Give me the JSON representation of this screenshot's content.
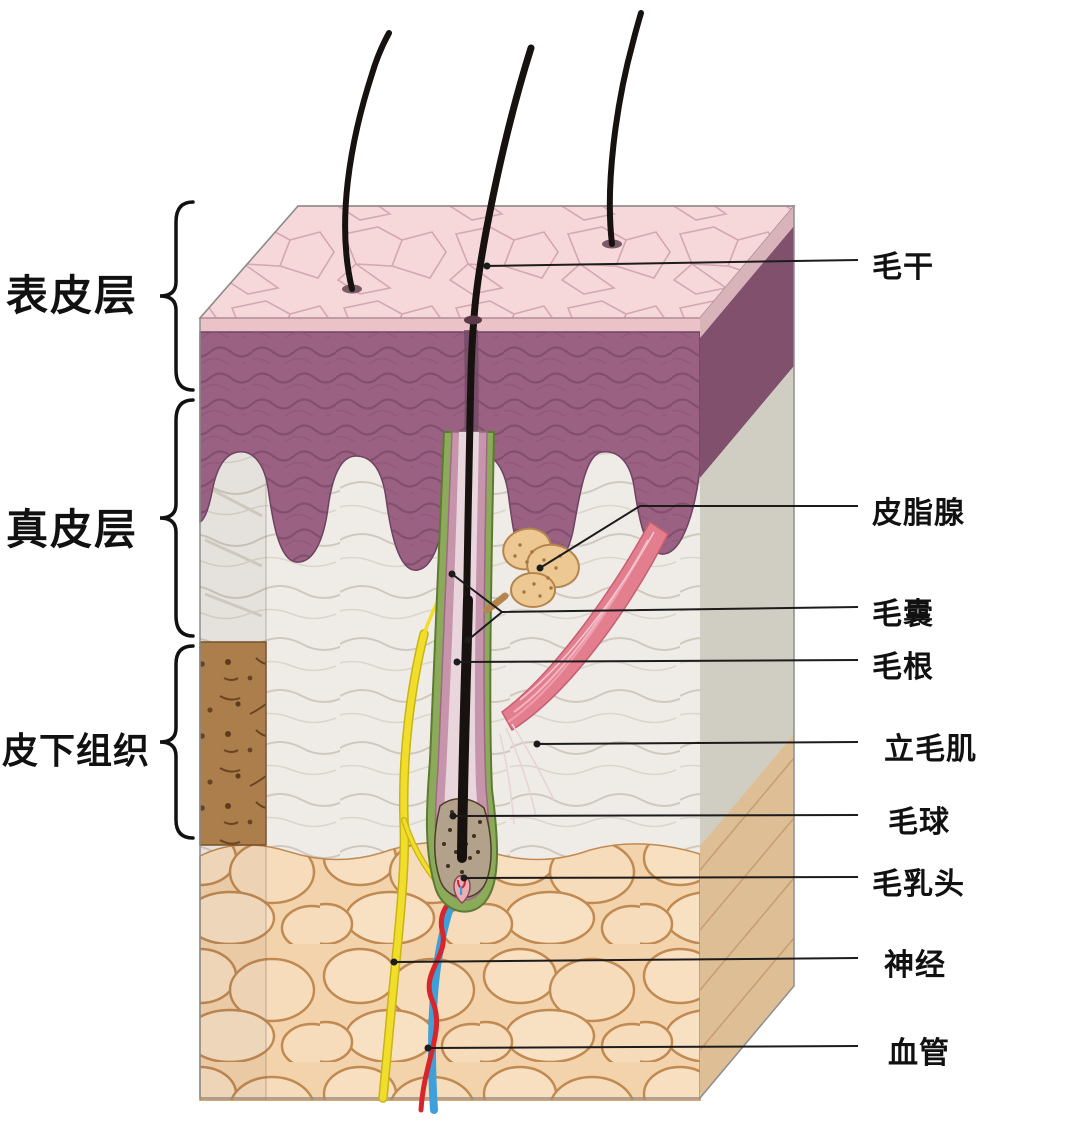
{
  "diagram": {
    "subject": "skin-and-hair-follicle-anatomy",
    "left_labels": [
      {
        "id": "epidermis",
        "label": "表皮层"
      },
      {
        "id": "dermis",
        "label": "真皮层"
      },
      {
        "id": "subcutaneous-tissue",
        "label": "皮下组织"
      }
    ],
    "right_labels": [
      {
        "id": "hair-shaft",
        "label": "毛干"
      },
      {
        "id": "sebaceous-gland",
        "label": "皮脂腺"
      },
      {
        "id": "hair-follicle",
        "label": "毛囊"
      },
      {
        "id": "hair-root",
        "label": "毛根"
      },
      {
        "id": "arrector-pili-muscle",
        "label": "立毛肌"
      },
      {
        "id": "hair-bulb",
        "label": "毛球"
      },
      {
        "id": "hair-papilla",
        "label": "毛乳头"
      },
      {
        "id": "nerve",
        "label": "神经"
      },
      {
        "id": "blood-vessel",
        "label": "血管"
      }
    ],
    "colors": {
      "epidermis_surface": "#f6d8da",
      "epidermis_band": "#9a6183",
      "dermis": "#efece7",
      "subcutaneous_side": "#b3834e",
      "fat": "#f3d3ab",
      "follicle_sheath_green": "#8cab5a",
      "follicle_sheath_pink": "#c795ab",
      "sebaceous_gland": "#eec893",
      "arrector_pili": "#e27e8e",
      "nerve_yellow": "#f1dd2b",
      "artery_red": "#d6262c",
      "vein_blue": "#3f9fd8",
      "hair": "#17120f"
    }
  }
}
